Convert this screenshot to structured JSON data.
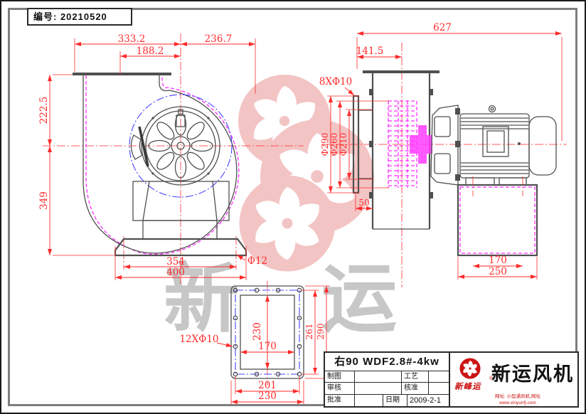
{
  "sheet": {
    "serial": "编号: 20210520"
  },
  "front": {
    "d333": "333.2",
    "d188": "188.2",
    "d236": "236.7",
    "d222": "222.5",
    "d349": "349",
    "d354": "354",
    "d400": "400",
    "d12": "Φ12"
  },
  "side": {
    "d627": "627",
    "d141": "141.5",
    "holes": "8XΦ10",
    "d290": "Φ290",
    "d260": "Φ260",
    "d210": "Φ210",
    "d50": "50",
    "d170": "170",
    "d250": "250"
  },
  "flange": {
    "h230": "230",
    "w170": "170",
    "b261": "261",
    "o290": "290",
    "b201": "201",
    "o230": "230",
    "holes": "12XΦ10"
  },
  "title": {
    "model": "右90 WDF2.8#-4kw",
    "rows": [
      {
        "l1": "制图",
        "v1": "",
        "l2": "工艺",
        "v2": ""
      },
      {
        "l1": "审核",
        "v1": "",
        "l2": "核准",
        "v2": ""
      },
      {
        "l1": "批准",
        "v1": "",
        "l2": "日期",
        "v2": "2009-2-1"
      }
    ],
    "company": "新运风机",
    "brand": "新峰运",
    "reg": "®",
    "url1": "网址: 小型通风机.网址",
    "url2": "www.xinyunfj.com"
  },
  "watermark": {
    "char1": "新",
    "char2": "运"
  },
  "colors": {
    "dimension": "#ff2a2a",
    "outline": "#4f4f4f",
    "hidden": "#ff2cff",
    "bolt_circle": "#4343ff",
    "logo_red": "#cc1414",
    "watermark_pink": "#f3c4c4"
  }
}
